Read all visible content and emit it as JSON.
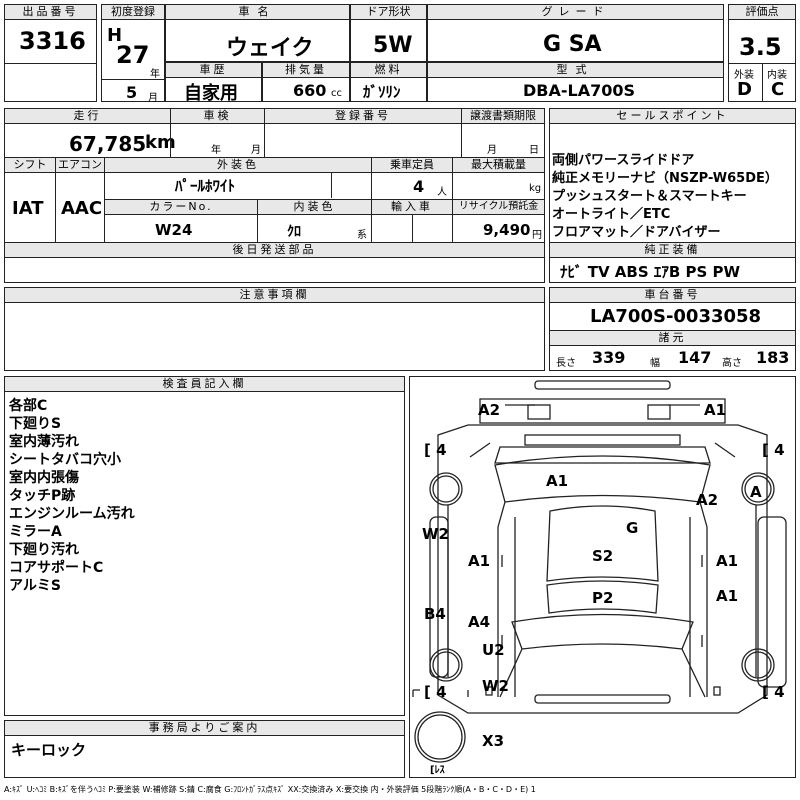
{
  "header": {
    "lot_label": "出品番号",
    "lot": "3316",
    "first_reg_label": "初度登録",
    "era": "H",
    "year": "27",
    "year_unit": "年",
    "month": "5",
    "month_unit": "月",
    "car_name_label": "車名",
    "car_name": "ウェイク",
    "door_label": "ドア形状",
    "door": "5W",
    "grade_label": "グレード",
    "grade": "G SA",
    "score_label": "評価点",
    "score": "3.5",
    "history_label": "車歴",
    "history": "自家用",
    "displacement_label": "排気量",
    "displacement": "660",
    "cc": "cc",
    "fuel_label": "燃料",
    "fuel": "ｶﾞｿﾘﾝ",
    "model_label": "型式",
    "model": "DBA-LA700S",
    "ext_label": "外装",
    "int_label": "内装",
    "ext": "D",
    "int": "C"
  },
  "row2": {
    "mileage_label": "走行",
    "mileage": "67,785",
    "km": "km",
    "inspection_label": "車検",
    "ins_year": "年",
    "ins_month": "月",
    "reg_label": "登録番号",
    "transfer_label": "譲渡書類期限",
    "tr_month": "月",
    "tr_day": "日",
    "shift_label": "シフト",
    "shift": "IAT",
    "aircon_label": "エアコン",
    "aircon": "AAC",
    "color_label": "外装色",
    "color": "ﾊﾟｰﾙﾎﾜｲﾄ",
    "capacity_label": "乗車定員",
    "capacity": "4",
    "capacity_unit": "人",
    "load_label": "最大積載量",
    "load_unit": "kg",
    "color_no_label": "カラーNo.",
    "color_no": "W24",
    "interior_label": "内装色",
    "interior": "ｸﾛ",
    "kei": "系",
    "import_label": "輸入車",
    "recycle_label": "リサイクル預託金",
    "recycle": "9,490",
    "yen": "円",
    "later_label": "後日発送部品"
  },
  "sales": {
    "label": "セールスポイント",
    "lines": [
      "両側パワースライドドア",
      "純正メモリーナビ（NSZP-W65DE）",
      "プッシュスタート＆スマートキー",
      "オートライト／ETC",
      "フロアマット／ドアバイザー"
    ]
  },
  "equipment": {
    "label": "純正装備",
    "text": "ﾅﾋﾞ TV ABS ｴｱB PS PW"
  },
  "notes": {
    "label": "注意事項欄"
  },
  "chassis": {
    "label": "車台番号",
    "value": "LA700S-0033058"
  },
  "specs": {
    "label": "諸元",
    "length_label": "長さ",
    "length": "339",
    "width_label": "幅",
    "width": "147",
    "height_label": "高さ",
    "height": "183"
  },
  "inspector": {
    "label": "検査員記入欄",
    "lines": [
      "各部C",
      "下廻りS",
      "室内薄汚れ",
      "シートタバコ穴小",
      "室内内張傷",
      "タッチP跡",
      "エンジンルーム汚れ",
      "ミラーA",
      "下廻り汚れ",
      "コアサポートC",
      "アルミS"
    ]
  },
  "office": {
    "label": "事務局よりご案内",
    "text": "キーロック"
  },
  "diagram": {
    "tires": [
      "4",
      "4",
      "4",
      "4"
    ],
    "marks": [
      "A2",
      "A1",
      "A1",
      "A2",
      "A",
      "G",
      "W2",
      "A1",
      "S2",
      "A1",
      "A1",
      "P2",
      "B4",
      "A4",
      "U2",
      "W2",
      "X3"
    ],
    "spare": "ﾚｽ"
  },
  "legend": "A:ｷｽﾞ U:ﾍｺﾐ B:ｷｽﾞを伴うﾍｺﾐ P:要塗装 W:補修跡 S:錆 C:腐食 G:ﾌﾛﾝﾄｶﾞﾗｽ点ｷｽﾞ XX:交換済み X:要交換 内・外装評価 5段階ﾗﾝｸ順(A・B・C・D・E) 1"
}
